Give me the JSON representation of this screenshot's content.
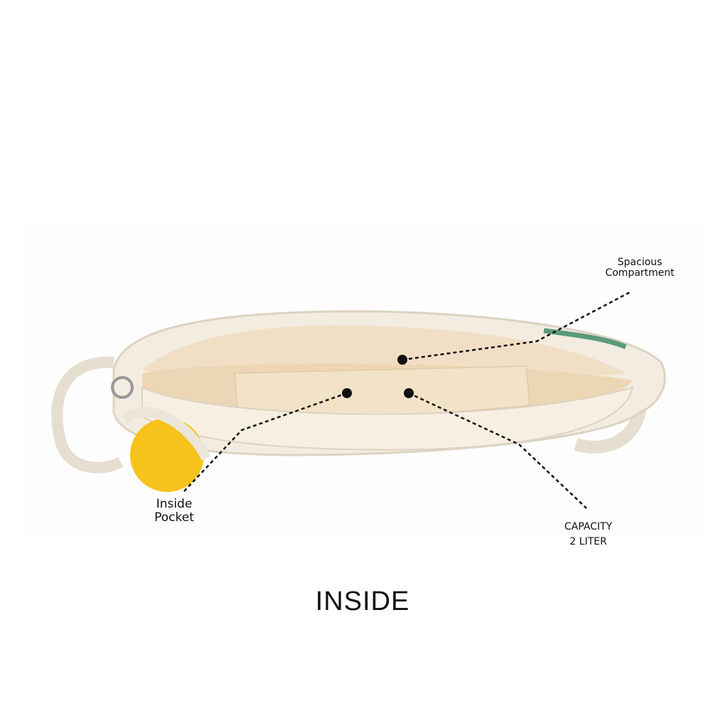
{
  "callouts": {
    "spacious": {
      "line1": "Spacious",
      "line2": "Compartment"
    },
    "pocket": {
      "line1": "Inside",
      "line2": "Pocket"
    },
    "capacity": {
      "line1": "CAPACITY",
      "line2": "2 LITER"
    }
  },
  "caption": "INSIDE",
  "colors": {
    "fabric": "#f1e6d2",
    "lining": "#efdcc0",
    "pompom": "#f6c21c",
    "rope": "#ece6da",
    "ink": "#111111"
  }
}
